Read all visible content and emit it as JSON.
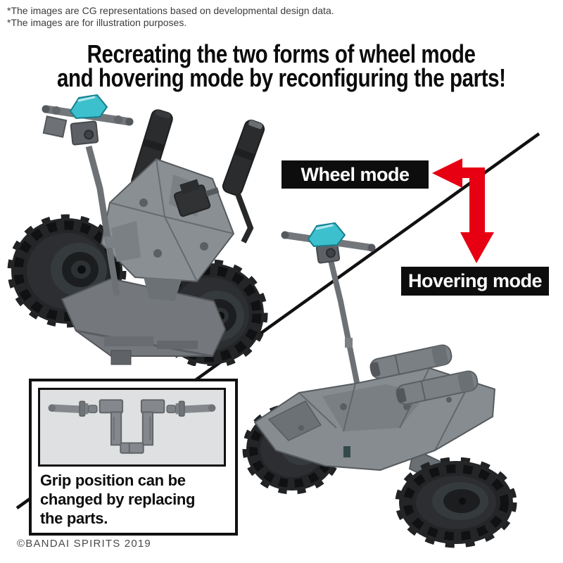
{
  "image": {
    "kind": "model-kit-promo",
    "background": "#ffffff"
  },
  "disclaimer": {
    "line1": "*The images are CG representations based on developmental design data.",
    "line2": "*The images are for illustration purposes."
  },
  "title": {
    "line1": "Recreating the two forms of wheel mode",
    "line2": "and hovering mode by reconfiguring the parts!"
  },
  "modes": {
    "wheel": {
      "label": "Wheel mode"
    },
    "hovering": {
      "label": "Hovering mode"
    }
  },
  "grip_note": {
    "line1": "Grip position can be",
    "line2": "changed by replacing",
    "line3": "the parts."
  },
  "copyright": "©BANDAI SPIRITS 2019",
  "colors": {
    "label_bg": "#0d0d0d",
    "label_text": "#ffffff",
    "arrow_red": "#e60012",
    "divider_line": "#111111",
    "model_gray": "#898e92",
    "model_gray_dark": "#5d6165",
    "tire_black": "#232527",
    "teal_accent": "#3cc0cd",
    "panel_bg": "#dfe0e1"
  },
  "icons": {
    "transform_arrow": "bent double-headed red arrow linking the two mode labels"
  }
}
